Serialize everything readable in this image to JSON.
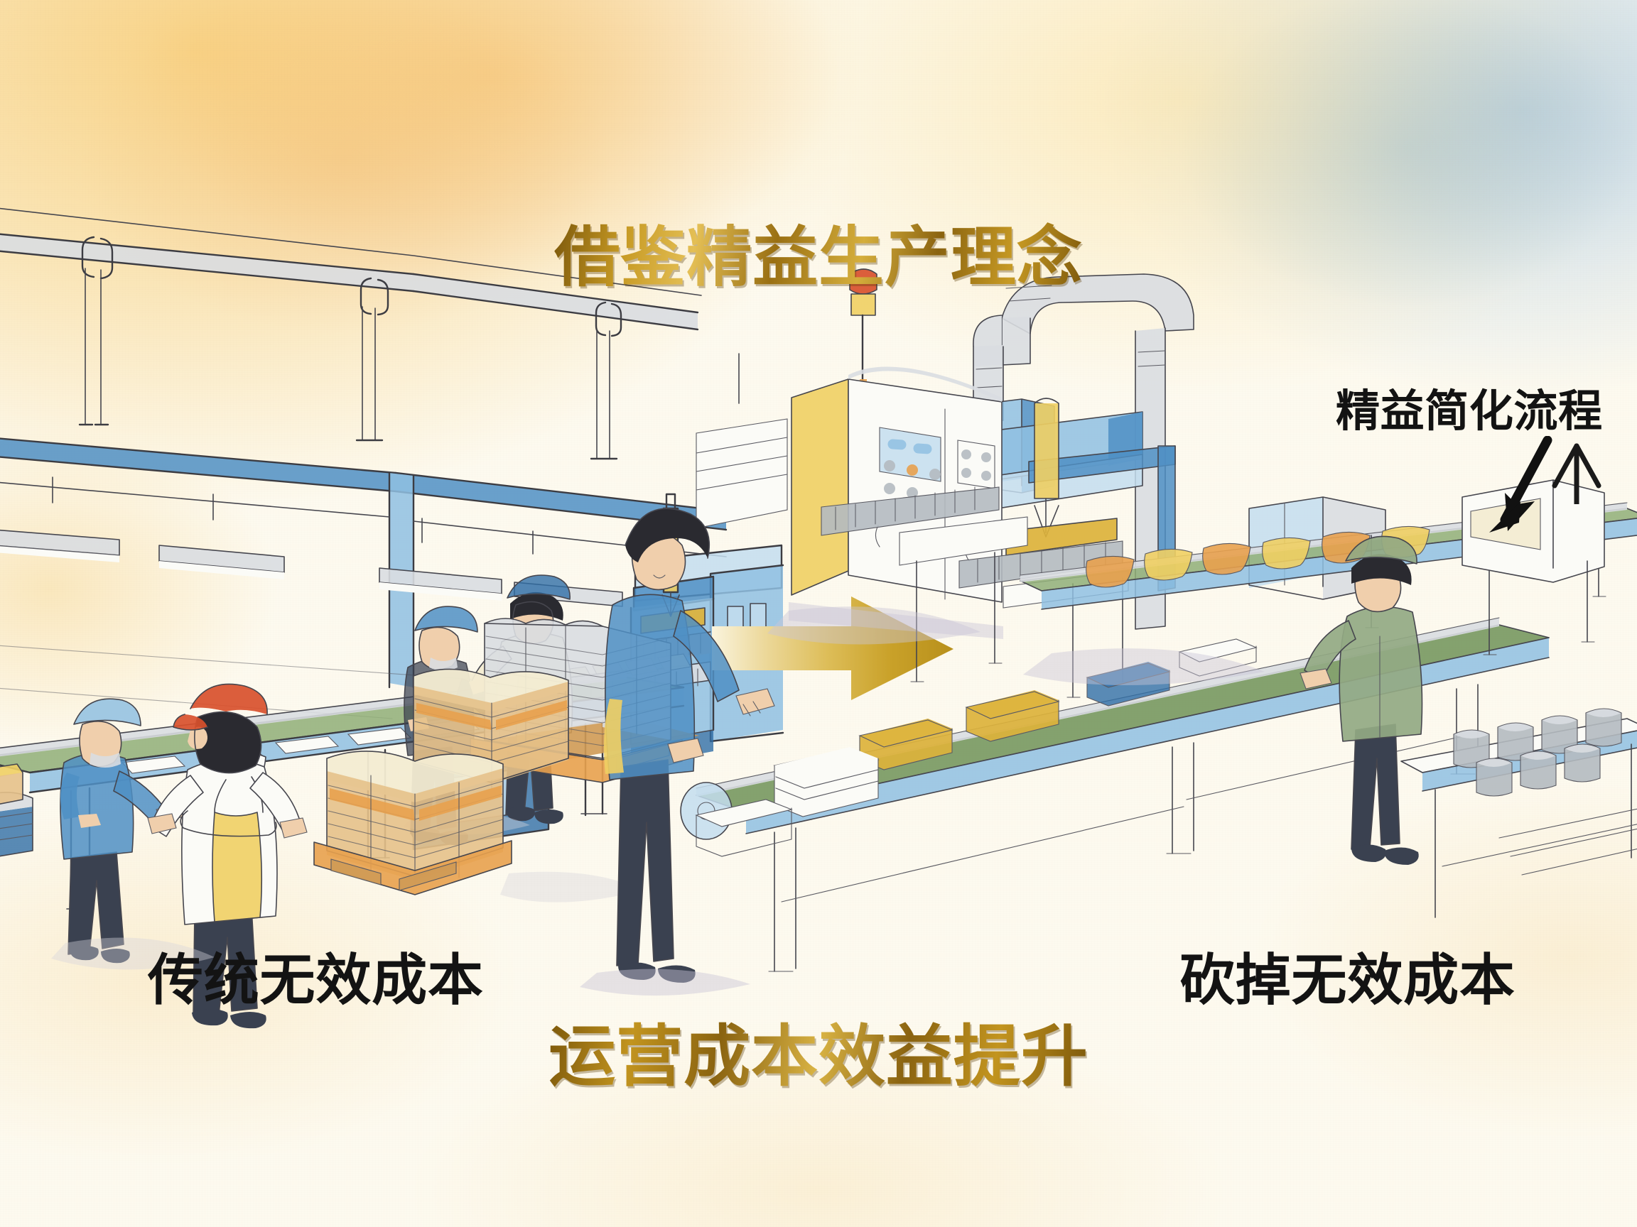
{
  "slide": {
    "title_main": "借鉴精益生产理念",
    "title_bottom": "运营成本效益提升",
    "label_left": "传统无效成本",
    "label_right": "砍掉无效成本",
    "label_lean_process": "精益简化流程"
  },
  "colors": {
    "gold_text_dark": "#7a560a",
    "gold_text_light": "#e4bf55",
    "label_black": "#131313",
    "arrow_gold_light": "#f7efd0",
    "arrow_gold_dark": "#c19a20",
    "paper_cream": "#fdfaef",
    "wash_yellow": "#f7c86a",
    "wash_blue": "#92bade",
    "ink": "#3c3c42",
    "machine_blue": "#4f8fc4",
    "conveyor_green": "#8fae77",
    "pallet_orange": "#e8a14e"
  },
  "icons": {
    "transition_arrow": "right-arrow-icon",
    "pointer_arrow": "pointer-arrow-icon",
    "up_tick": "up-arrow-icon"
  },
  "illustration": {
    "left_scene_name": "traditional-production-line-illustration",
    "right_scene_name": "lean-production-line-illustration",
    "left_scene_alt": "手绘水彩：传统生产线，四名工人、长输送带、压机、成堆托盘",
    "right_scene_alt": "手绘水彩：精益生产线，两名工人、自动化设备、控制柜、简化输送带"
  }
}
